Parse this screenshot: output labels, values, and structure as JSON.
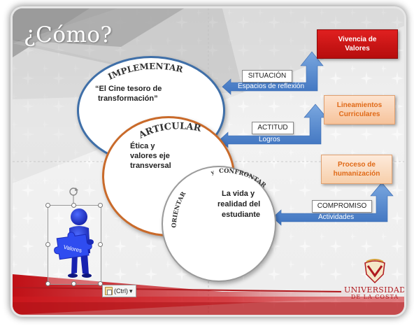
{
  "slide": {
    "title": "¿Cómo?"
  },
  "circles": {
    "implementar": {
      "heading": "IMPLEMENTAR",
      "text_line1": "“El Cine tesoro de",
      "text_line2": "transformación”"
    },
    "articular": {
      "heading": "ARTICULAR",
      "text_line1": "Ética y",
      "text_line2": "valores  eje",
      "text_line3": "transversal"
    },
    "orientar": {
      "heading_left": "ORIENTAR",
      "heading_mid": "y",
      "heading_right": "CONFRONTAR",
      "text_line1": "La vida y",
      "text_line2": "realidad del",
      "text_line3": "estudiante"
    }
  },
  "arrows": [
    {
      "label": "SITUACIÓN",
      "sub": "Espacios de reflexión"
    },
    {
      "label": "ACTITUD",
      "sub": "Logros"
    },
    {
      "label": "COMPROMISO",
      "sub": "Actividades"
    }
  ],
  "boxes": {
    "top": {
      "line1": "Vivencia de",
      "line2": "Valores"
    },
    "middle": {
      "line1": "Lineamientos",
      "line2": "Curriculares"
    },
    "bottom": {
      "line1": "Proceso de",
      "line2": "humanización"
    }
  },
  "figure": {
    "puzzle_label": "Valores"
  },
  "paste_options": {
    "label": "(Ctrl)",
    "dropdown": "▾"
  },
  "logo": {
    "line1": "UNIVERSIDAD",
    "line2": "DE LA COSTA"
  },
  "colors": {
    "implementar_ring": "#3f6fa8",
    "articular_ring": "#c96a2a",
    "arrow_blue": "#5b8fd0",
    "box_red": "#c8141b",
    "box_peach": "#f6c39b",
    "peach_text": "#e06a18",
    "brand_red": "#b01a1f"
  }
}
